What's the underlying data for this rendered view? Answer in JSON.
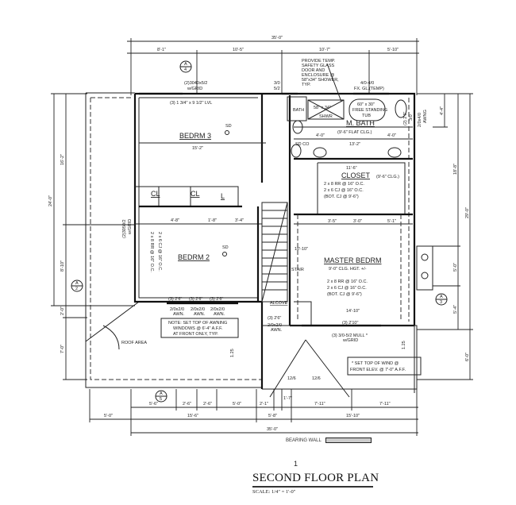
{
  "title": "SECOND FLOOR PLAN",
  "scale": "SCALE: 1/4\" = 1'-0\"",
  "legend": {
    "label": "BEARING WALL",
    "swatch_color": "#cccccc"
  },
  "dimensions": {
    "top_overall": "35'-0\"",
    "top": [
      "8'-1\"",
      "10'-5\"",
      "10'-7\"",
      "5'-10\""
    ],
    "bottom_row1": [
      "5'-6\"",
      "2'-6\"",
      "2'-6\"",
      "5'-0\"",
      "2'-1\"",
      "1'-7\"",
      "7'-11\"",
      "7'-11\""
    ],
    "bottom_row2": [
      "5'-0\"",
      "15'-6\"",
      "5'-8\"",
      "15'-10\""
    ],
    "bottom_overall": "35'-0\"",
    "left_overall": "24'-0\"",
    "left": [
      "16'-2\"",
      "8'-10\"",
      "2'-0\"",
      "7'-0\""
    ],
    "right": [
      "4'-4\"",
      "18'-8\"",
      "5'-0\"",
      "5'-4\"",
      "6'-0\""
    ],
    "right_overall": "29'-0\"",
    "interior": [
      "15'-2\"",
      "13'-2\"",
      "4'-0\"",
      "4'-0\"",
      "11'-6\"",
      "14'-10\"",
      "3'-5\"",
      "3'-0\"",
      "5'-1\"",
      "4'-8\"",
      "1'-8\"",
      "3'-4\"",
      "10'-10\""
    ]
  },
  "rooms": {
    "bedrm3": {
      "name": "BEDRM 3"
    },
    "bedrm2": {
      "name": "BEDRM 2",
      "framing": [
        "2 x 8 RR @ 16\" O.C.",
        "2 x 6 CJ @ 16\" O.C."
      ]
    },
    "master": {
      "name": "MASTER BEDRM",
      "ceiling": "9'-0\" CLG. HGT. +/-",
      "framing": [
        "2 x 8 RR @ 16\" O.C.",
        "2 x 6 CJ @ 16\" O.C.",
        "(BOT. CJ @ 9'-6\")"
      ]
    },
    "mbath": {
      "name": "M. BATH",
      "ceiling": "(9'-6\" FLAT CLG.)"
    },
    "closet": {
      "name": "CLOSET",
      "ceiling": "(9'-6\" CLG.)",
      "framing": [
        "2 x 8 RR @ 16\" O.C.",
        "2 x 6 CJ @ 16\" O.C.",
        "(BOT. CJ @ 9'-6\")"
      ]
    },
    "bath": {
      "name": "BATH"
    },
    "cl1": {
      "name": "CL"
    },
    "cl2": {
      "name": "CL"
    },
    "linen": {
      "name": "L"
    },
    "alcove": {
      "name": "ALCOVE"
    },
    "stair": {
      "name": "STAIR"
    }
  },
  "fixtures": {
    "shower": "58\" x 34\"",
    "shower_label": "SHWR",
    "tub": [
      "60\" x 30\"",
      "FREE STANDING",
      "TUB"
    ],
    "smoke": "SD",
    "smoke_co": "SD CO"
  },
  "windows": {
    "bedrm3_top": [
      "(2)3040x5/2",
      "w/GRID"
    ],
    "bedrm3_header": "(3) 1 3/4\" x 9 1/2\" LVL",
    "bath_top": [
      "3/0",
      "5/2"
    ],
    "mbath_top": [
      "4/0-4/0",
      "FX. GL.(TEMP)"
    ],
    "bedrm2_front": [
      "(3) 2'6\"",
      "(3) 2'6\"",
      "(3) 2'6\""
    ],
    "bedrm2_awn": [
      "2/0x2/0",
      "AWN."
    ],
    "alcove": [
      "(3) 2'6\"",
      "2/0x2/0",
      "AWN."
    ],
    "master_front": [
      "(3) 2'10\"",
      "(3) 3/0-5/2 MULL *",
      "w/GRID"
    ],
    "left_side": [
      "(2)3050/2",
      "w/GRID"
    ],
    "right_side": [
      "2/0x4/0",
      "AWNG"
    ],
    "mbath_side": [
      "(2) 2'6\"",
      "3/0"
    ]
  },
  "notes": {
    "shower_note": [
      "PROVIDE TEMP.",
      "SAFETY GLASS",
      "DOOR AND",
      "ENCLOSURE @",
      "58\"x34\" SHOWER,",
      "TYP."
    ],
    "awning_note": [
      "NOTE: SET TOP OF AWNING",
      "WINDOWS @ 6'-4\" A.F.F.",
      "AT FRONT ONLY, TYP."
    ],
    "front_note": [
      "* SET TOP OF WIND @",
      "FRONT ELEV. @ 7'-0\" A.F.F."
    ],
    "roof_area": "ROOF AREA",
    "pitch": [
      "12/6",
      "12/6"
    ],
    "slope": [
      "1.25",
      "1.25"
    ],
    "section_markers": [
      {
        "letter": "A",
        "num": "4"
      },
      {
        "letter": "A",
        "num": "5"
      },
      {
        "letter": "A",
        "num": "3"
      },
      {
        "letter": "A",
        "num": "2"
      }
    ],
    "sheet_mark": "1"
  }
}
